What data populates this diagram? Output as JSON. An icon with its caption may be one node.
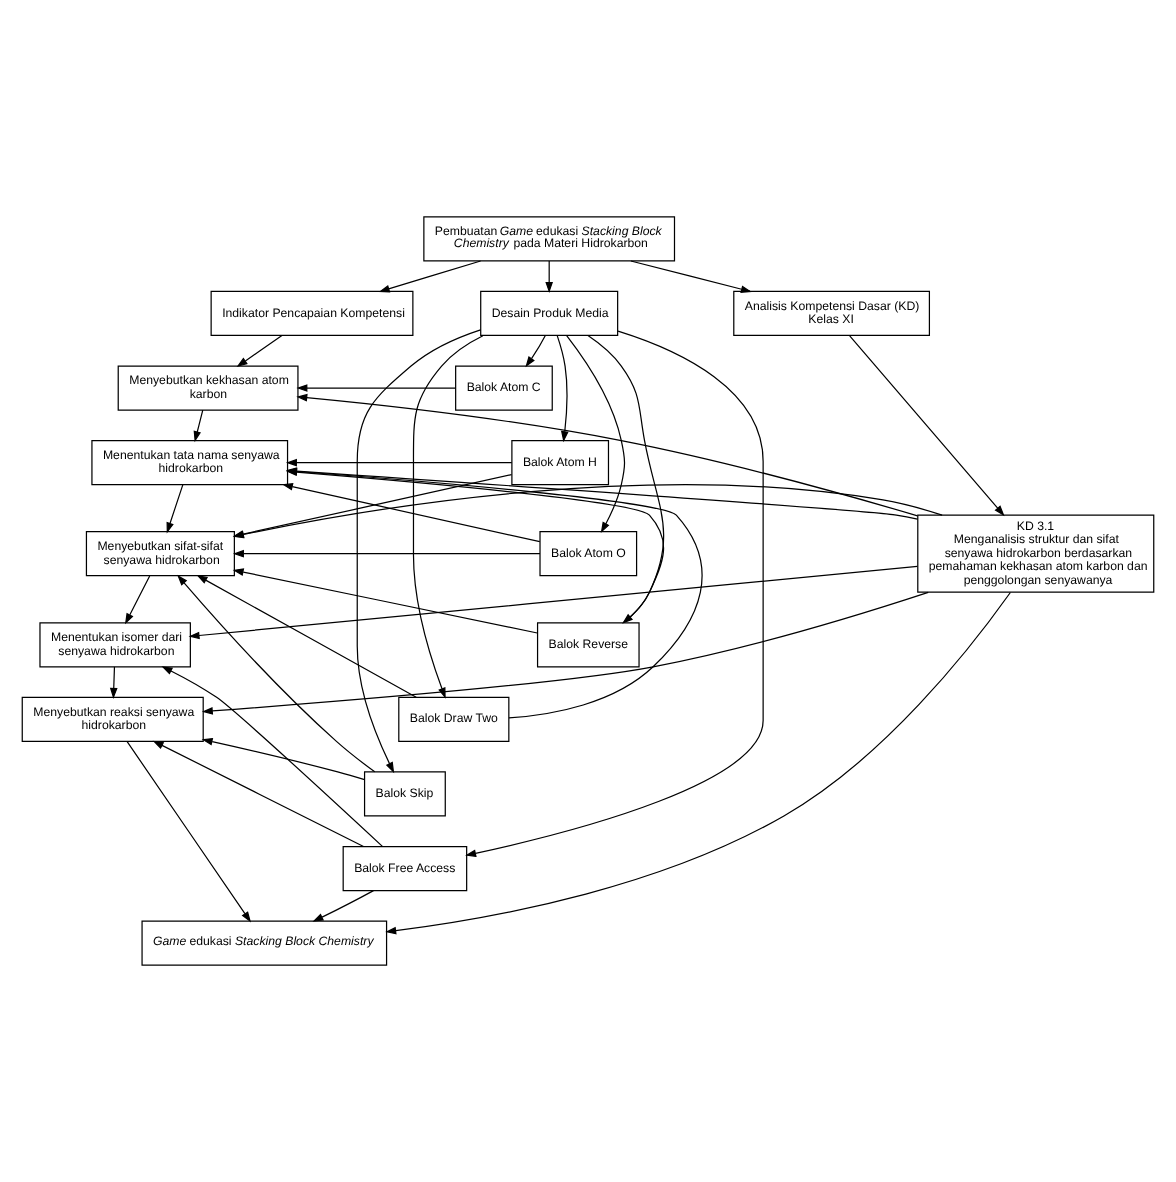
{
  "diagram": {
    "nodes": [
      {
        "text": [
          "Pembuatan *Game* edukasi *Stacking Block Chemistry* pada Materi Hidrokarbon"
        ]
      },
      {
        "text": [
          "Desain Produk Media"
        ]
      },
      {
        "text": [
          "Indikator Pencapaian Kompetensi"
        ]
      },
      {
        "text": [
          "Analisis Kompetensi Dasar (KD) Kelas XI"
        ]
      },
      {
        "text": [
          "Balok Atom C"
        ]
      },
      {
        "text": [
          "Balok Atom H"
        ]
      },
      {
        "text": [
          "Balok Atom O"
        ]
      },
      {
        "text": [
          "Balok Reverse"
        ]
      },
      {
        "text": [
          "Balok Draw Two"
        ]
      },
      {
        "text": [
          "Balok Skip"
        ]
      },
      {
        "text": [
          "Balok Free Access"
        ]
      },
      {
        "text": [
          "Menyebutkan kekhasan atom karbon"
        ]
      },
      {
        "text": [
          "Menentukan tata nama senyawa hidrokarbon"
        ]
      },
      {
        "text": [
          "Menyebutkan sifat-sifat senyawa hidrokarbon"
        ]
      },
      {
        "text": [
          "Menentukan isomer dari senyawa hidrokarbon"
        ]
      },
      {
        "text": [
          "Menyebutkan reaksi senyawa hidrokarbon"
        ]
      },
      {
        "text": [
          "KD 3.1",
          "Menganalisis struktur dan sifat senyawa hidrokarbon berdasarkan pemahaman kekhasan atom karbon dan penggolongan senyawanya"
        ]
      },
      {
        "text": [
          "*Game* edukasi *Stacking Block Chemistry*"
        ]
      }
    ],
    "edges": [
      {
        "from": 0,
        "to": 1,
        "arrow": "to"
      },
      {
        "from": 0,
        "to": 2,
        "arrow": "to"
      },
      {
        "from": 0,
        "to": 3,
        "arrow": "to"
      },
      {
        "from": 1,
        "to": 4,
        "arrow": "to"
      },
      {
        "from": 1,
        "to": 5,
        "arrow": "to"
      },
      {
        "from": 1,
        "to": 6,
        "arrow": "to"
      },
      {
        "from": 1,
        "to": 7,
        "arrow": "to"
      },
      {
        "from": 1,
        "to": 8,
        "arrow": "to"
      },
      {
        "from": 1,
        "to": 9,
        "arrow": "to"
      },
      {
        "from": 1,
        "to": 10,
        "arrow": "to"
      },
      {
        "from": 2,
        "to": 11,
        "arrow": "to"
      },
      {
        "from": 3,
        "to": 16,
        "arrow": "to"
      },
      {
        "from": 4,
        "to": 11,
        "arrow": "to"
      },
      {
        "from": 5,
        "to": 12,
        "arrow": "to"
      },
      {
        "from": 5,
        "to": 13,
        "arrow": "to"
      },
      {
        "from": 6,
        "to": 12,
        "arrow": "to"
      },
      {
        "from": 6,
        "to": 13,
        "arrow": "to"
      },
      {
        "from": 7,
        "to": 12,
        "arrow": "to"
      },
      {
        "from": 7,
        "to": 13,
        "arrow": "to"
      },
      {
        "from": 8,
        "to": 12,
        "arrow": "to"
      },
      {
        "from": 8,
        "to": 13,
        "arrow": "to"
      },
      {
        "from": 9,
        "to": 13,
        "arrow": "to"
      },
      {
        "from": 9,
        "to": 15,
        "arrow": "to"
      },
      {
        "from": 10,
        "to": 14,
        "arrow": "to"
      },
      {
        "from": 10,
        "to": 15,
        "arrow": "to"
      },
      {
        "from": 11,
        "to": 12,
        "arrow": "to"
      },
      {
        "from": 12,
        "to": 13,
        "arrow": "to"
      },
      {
        "from": 13,
        "to": 14,
        "arrow": "to"
      },
      {
        "from": 14,
        "to": 15,
        "arrow": "to"
      },
      {
        "from": 16,
        "to": 11,
        "arrow": "to"
      },
      {
        "from": 16,
        "to": 12,
        "arrow": "to"
      },
      {
        "from": 16,
        "to": 13,
        "arrow": "to"
      },
      {
        "from": 16,
        "to": 14,
        "arrow": "to"
      },
      {
        "from": 16,
        "to": 15,
        "arrow": "to"
      },
      {
        "from": 15,
        "to": 17,
        "arrow": "to"
      },
      {
        "from": 10,
        "to": 17,
        "arrow": "to"
      },
      {
        "from": 16,
        "to": 17,
        "arrow": "to"
      }
    ]
  }
}
